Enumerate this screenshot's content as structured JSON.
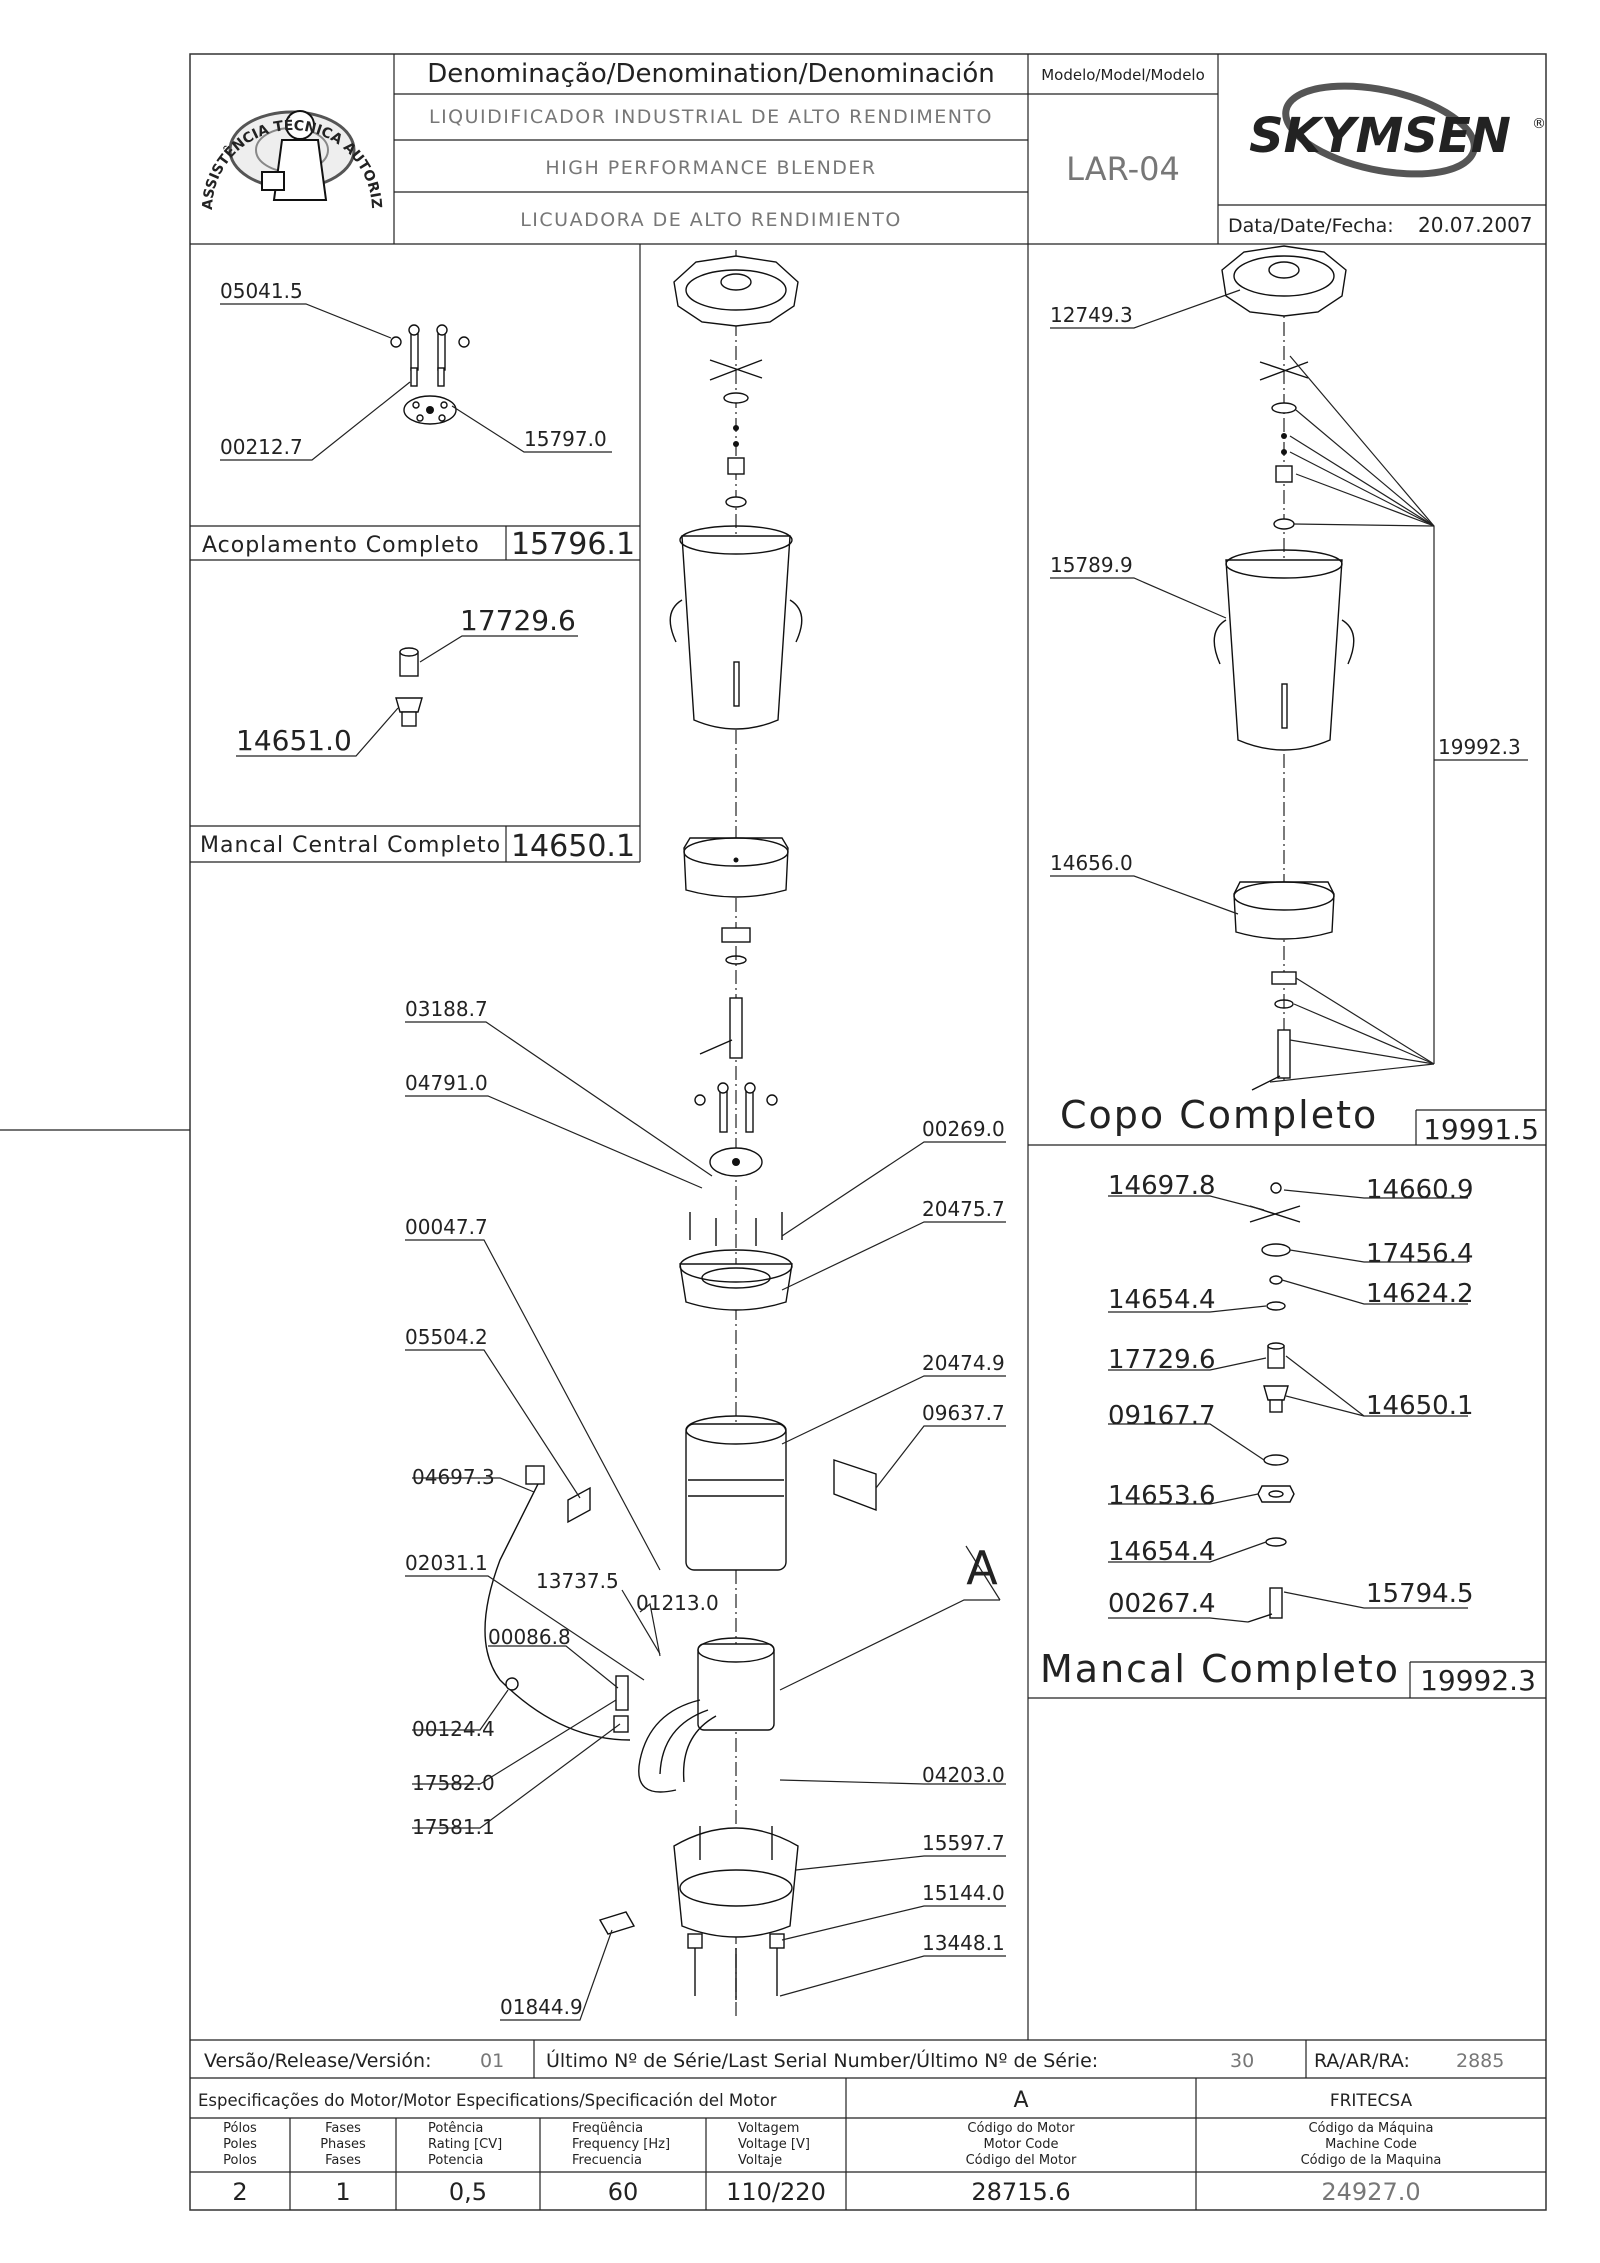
{
  "header": {
    "denomination_label": "Denominação/Denomination/Denominación",
    "model_label": "Modelo/Model/Modelo",
    "name_pt": "LIQUIDIFICADOR INDUSTRIAL DE ALTO RENDIMENTO",
    "name_en": "HIGH PERFORMANCE BLENDER",
    "name_es": "LICUADORA DE ALTO RENDIMIENTO",
    "model": "LAR-04",
    "date_label": "Data/Date/Fecha:",
    "date": "20.07.2007",
    "brand": "SKYMSEN",
    "brand_mark": "®",
    "seal_text": "ASSISTÊNCIA TÉCNICA AUTORIZADA"
  },
  "assemblies": {
    "coupling": {
      "label": "Acoplamento Completo",
      "code": "15796.1",
      "parts": [
        "05041.5",
        "00212.7",
        "15797.0"
      ]
    },
    "central_bearing": {
      "label": "Mancal Central Completo",
      "code": "14650.1",
      "parts": [
        "17729.6",
        "14651.0"
      ]
    },
    "cup": {
      "label": "Copo Completo",
      "code": "19991.5",
      "parts": [
        "12749.3",
        "15789.9",
        "14656.0",
        "19992.3"
      ]
    },
    "bearing": {
      "label": "Mancal Completo",
      "code": "19992.3",
      "parts": [
        "14697.8",
        "14660.9",
        "17456.4",
        "14654.4",
        "14624.2",
        "17729.6",
        "14650.1",
        "09167.7",
        "14653.6",
        "14654.4",
        "00267.4",
        "15794.5"
      ]
    }
  },
  "main_parts": [
    "03188.7",
    "04791.0",
    "00269.0",
    "20475.7",
    "00047.7",
    "05504.2",
    "20474.9",
    "09637.7",
    "04697.3",
    "02031.1",
    "13737.5",
    "01213.0",
    "00086.8",
    "00124.4",
    "17582.0",
    "17581.1",
    "04203.0",
    "15597.7",
    "15144.0",
    "13448.1",
    "01844.9"
  ],
  "detail_marker": "A",
  "footer": {
    "version_label": "Versão/Release/Versión:",
    "version": "01",
    "serial_label": "Último Nº de Série/Last Serial Number/Último Nº de Série:",
    "serial": "30",
    "ra_label": "RA/AR/RA:",
    "ra": "2885",
    "motor_spec_label": "Especificações do Motor/Motor Especifications/Specificación del Motor",
    "motor_marker": "A",
    "manufacturer": "FRITECSA",
    "columns": {
      "poles": [
        "Pólos",
        "Poles",
        "Polos"
      ],
      "phases": [
        "Fases",
        "Phases",
        "Fases"
      ],
      "power": [
        "Potência",
        "Rating [CV]",
        "Potencia"
      ],
      "frequency": [
        "Freqüência",
        "Frequency [Hz]",
        "Frecuencia"
      ],
      "voltage": [
        "Voltagem",
        "Voltage [V]",
        "Voltaje"
      ],
      "motor_code": [
        "Código do Motor",
        "Motor Code",
        "Código del Motor"
      ],
      "machine_code": [
        "Código da Máquina",
        "Machine Code",
        "Código de la Maquina"
      ]
    },
    "values": {
      "poles": "2",
      "phases": "1",
      "power": "0,5",
      "frequency": "60",
      "voltage": "110/220",
      "motor_code": "28715.6",
      "machine_code": "24927.0"
    }
  }
}
